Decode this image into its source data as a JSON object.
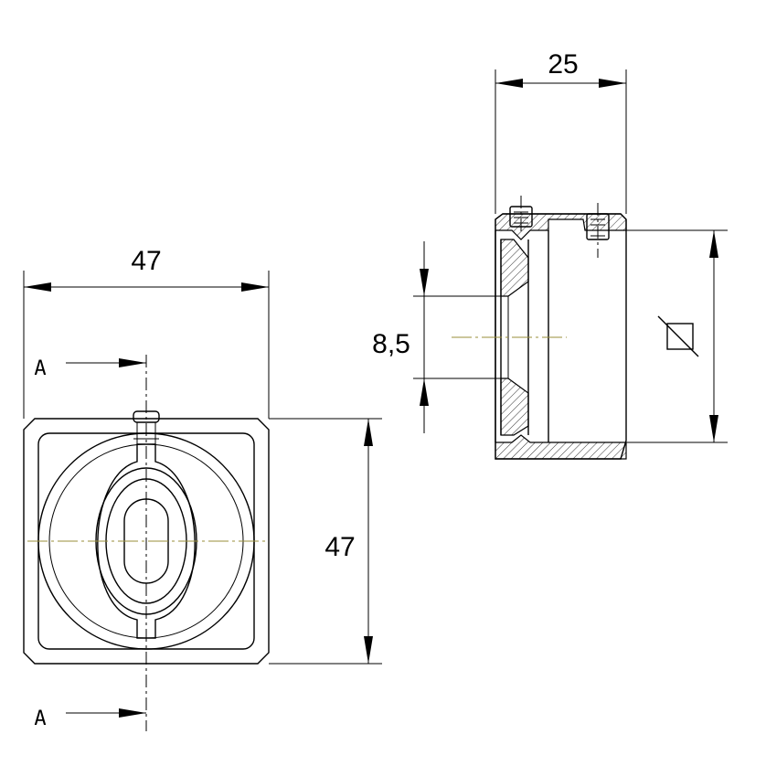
{
  "dimensions": {
    "front_width": "47",
    "front_height": "47",
    "side_depth": "25",
    "bore": "8,5"
  },
  "section_labels": {
    "top": "A",
    "bottom": "A"
  },
  "symbols": {
    "square": "square-symbol"
  }
}
